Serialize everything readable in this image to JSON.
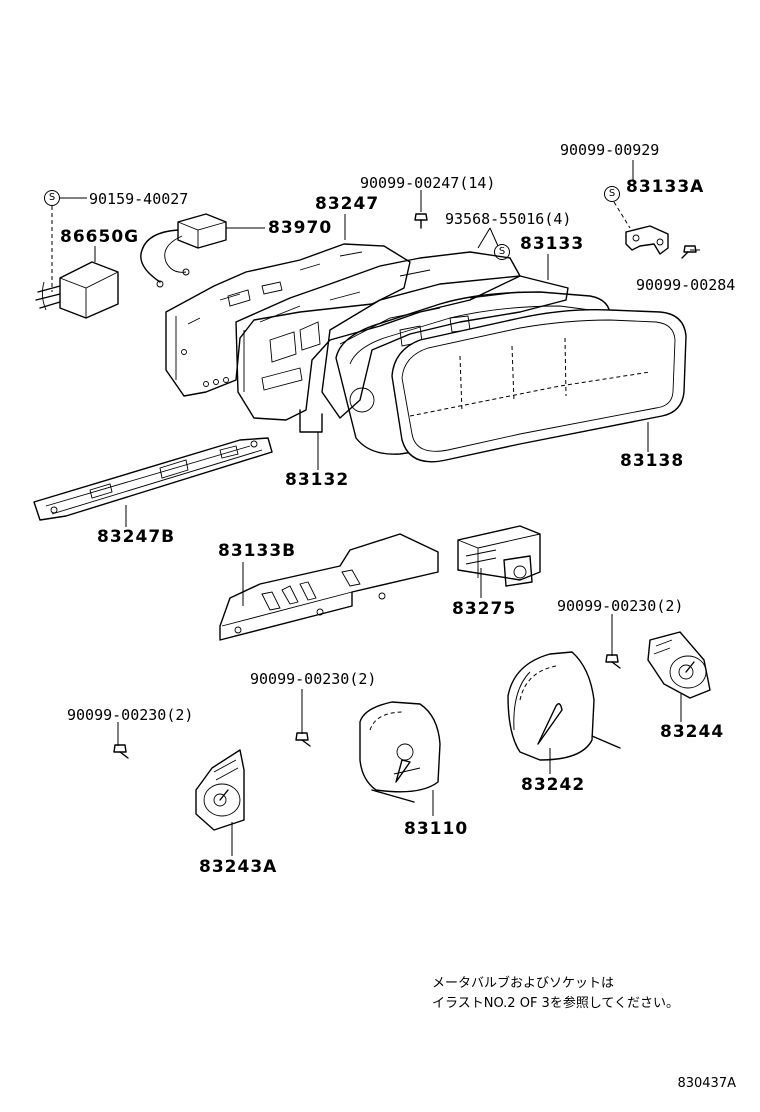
{
  "parts": {
    "p90099_00929": "90099-00929",
    "p90159_40027": "90159-40027",
    "p90099_00247": "90099-00247(14)",
    "p83133A": "83133A",
    "p83247": "83247",
    "p93568_55016": "93568-55016(4)",
    "p86650G": "86650G",
    "p83970": "83970",
    "p83133": "83133",
    "p90099_00284": "90099-00284",
    "p83132": "83132",
    "p83138": "83138",
    "p83247B": "83247B",
    "p83133B": "83133B",
    "p83275": "83275",
    "p90099_00230_a": "90099-00230(2)",
    "p90099_00230_b": "90099-00230(2)",
    "p90099_00230_c": "90099-00230(2)",
    "p83244": "83244",
    "p83242": "83242",
    "p83110": "83110",
    "p83243A": "83243A"
  },
  "markers": {
    "s_symbol": "S"
  },
  "note": {
    "line1": "メータバルブおよびソケットは",
    "line2": "イラストNO.2 OF 3を参照してください。"
  },
  "figure_code": "830437A"
}
